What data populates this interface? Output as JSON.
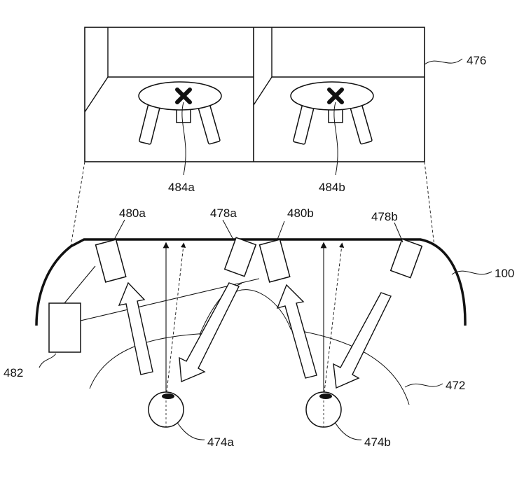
{
  "figure": {
    "type": "patent-drawing",
    "colors": {
      "stroke": "#111111",
      "background": "#ffffff"
    }
  },
  "labels": {
    "display_panel": "476",
    "hmd_body": "100",
    "eye_area": "472",
    "image_point_left": "484a",
    "image_point_right": "484b",
    "emitter_left": "480a",
    "camera_left": "478a",
    "emitter_right": "480b",
    "camera_right": "478b",
    "processor": "482",
    "eye_left": "474a",
    "eye_right": "474b"
  },
  "icons": {
    "table_marker": "x-mark-icon"
  }
}
